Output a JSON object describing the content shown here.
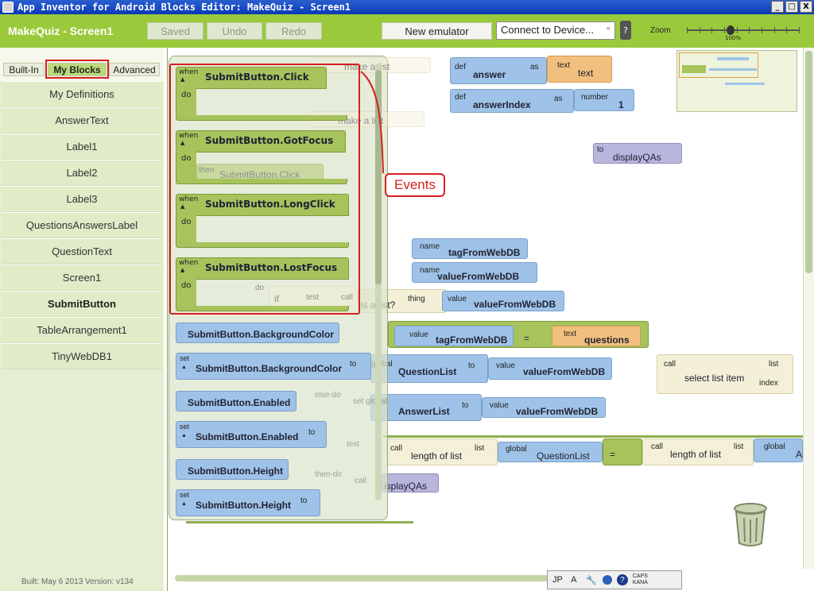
{
  "window": {
    "title": "App Inventor for Android Blocks Editor: MakeQuiz - Screen1",
    "buttons": [
      "_",
      "□",
      "X"
    ]
  },
  "toolbar": {
    "project": "MakeQuiz - Screen1",
    "saved": "Saved",
    "undo": "Undo",
    "redo": "Redo",
    "new_emulator": "New emulator",
    "device": "Connect to Device...",
    "zoom_label": "Zoom",
    "zoom_pct": "100%"
  },
  "tabs": {
    "builtin": "Built-In",
    "myblocks": "My Blocks",
    "advanced": "Advanced"
  },
  "menu": [
    "My Definitions",
    "AnswerText",
    "Label1",
    "Label2",
    "Label3",
    "QuestionsAnswersLabel",
    "QuestionText",
    "Screen1",
    "SubmitButton",
    "TableArrangement1",
    "TinyWebDB1"
  ],
  "build_info": "Built: May 6 2013 Version: v134",
  "drawer": {
    "events": [
      {
        "when": "when",
        "name": "SubmitButton.Click",
        "do": "do"
      },
      {
        "when": "when",
        "name": "SubmitButton.GotFocus",
        "do": "do"
      },
      {
        "when": "when",
        "name": "SubmitButton.LongClick",
        "do": "do"
      },
      {
        "when": "when",
        "name": "SubmitButton.LostFocus",
        "do": "do"
      }
    ],
    "props": [
      {
        "set": "",
        "name": "SubmitButton.BackgroundColor",
        "to": ""
      },
      {
        "set": "set",
        "name": "SubmitButton.BackgroundColor",
        "to": "to"
      },
      {
        "set": "",
        "name": "SubmitButton.Enabled",
        "to": ""
      },
      {
        "set": "set",
        "name": "SubmitButton.Enabled",
        "to": "to"
      },
      {
        "set": "",
        "name": "SubmitButton.Height",
        "to": ""
      },
      {
        "set": "set",
        "name": "SubmitButton.Height",
        "to": "to"
      }
    ]
  },
  "callout": "Events",
  "blocks": {
    "def": "def",
    "as": "as",
    "text_k": "text",
    "number_k": "number",
    "answer": "answer",
    "text_v": "text",
    "answerIndex": "answerIndex",
    "number_v": "1",
    "to": "to",
    "displayQAs": "displayQAs",
    "name": "name",
    "tagFromWebDB": "tagFromWebDB",
    "valueFromWebDB": "valueFromWebDB",
    "thing": "thing",
    "value": "value",
    "eq": "=",
    "questions": "questions",
    "global": "global",
    "QuestionList": "QuestionList",
    "AnswerList": "AnswerList",
    "call": "call",
    "list": "list",
    "index": "index",
    "select_list_item": "select list item",
    "length_of_list": "length of list",
    "ans_partial": "Ans",
    "is_a_list": "is a list?",
    "plays_partial": "isplayQAs",
    "ghost_make_a_list": "make a list",
    "ghost_make_a_lis": "make a list",
    "ghost_if": "if",
    "ghost_test": "test",
    "ghost_call": "call",
    "ghost_do": "do",
    "ghost_elsedo": "else-do",
    "ghost_setglobal": "set global",
    "ghost_thendo": "then-do",
    "ghost_then": "then",
    "ghost_click": "SubmitButton.Click",
    "ghost_global": "global"
  },
  "ime": {
    "jp": "JP",
    "a": "A",
    "caps": "CAPS",
    "kana": "KANA"
  },
  "colors": {
    "toolbar": "#9aca3c",
    "event_green": "#a6c35c",
    "blue": "#9fc3e8",
    "orange": "#f1c07e",
    "purple": "#b9b6de",
    "highlight": "#d42020"
  }
}
